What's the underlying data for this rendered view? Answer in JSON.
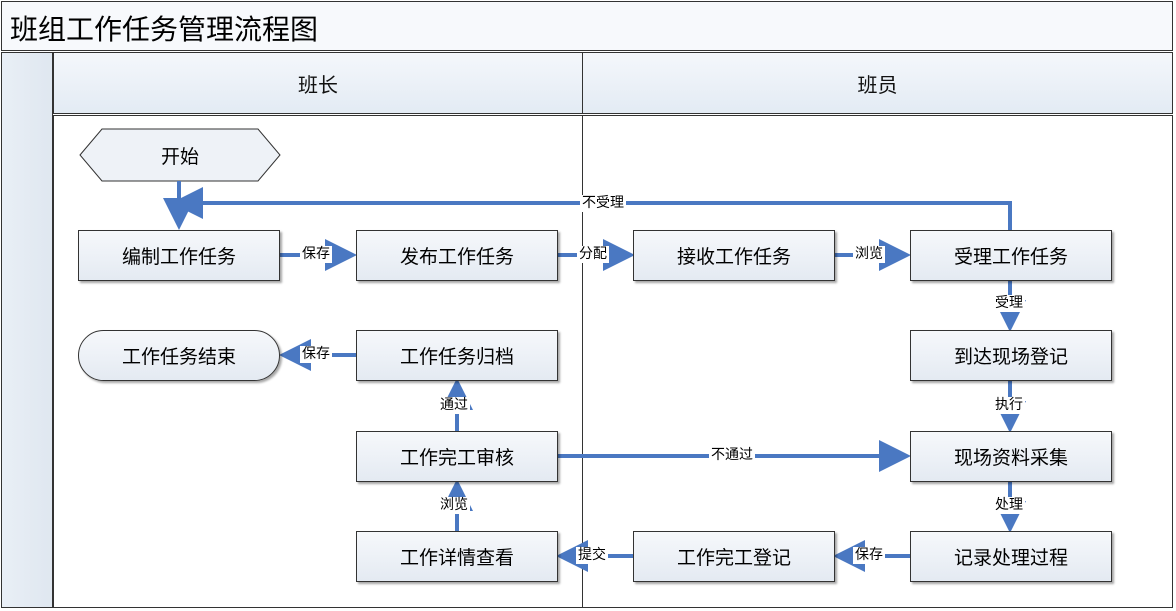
{
  "title": "班组工作任务管理流程图",
  "lanes": {
    "left": "班长",
    "right": "班员"
  },
  "nodes": {
    "start": "开始",
    "compile": "编制工作任务",
    "publish": "发布工作任务",
    "receive": "接收工作任务",
    "accept": "受理工作任务",
    "arrive": "到达现场登记",
    "collect": "现场资料采集",
    "record": "记录处理过程",
    "complete_reg": "工作完工登记",
    "detail_view": "工作详情查看",
    "review": "工作完工审核",
    "archive": "工作任务归档",
    "end": "工作任务结束"
  },
  "edge_labels": {
    "reject": "不受理",
    "save1": "保存",
    "assign": "分配",
    "browse1": "浏览",
    "accept": "受理",
    "execute": "执行",
    "process": "处理",
    "save2": "保存",
    "submit": "提交",
    "browse2": "浏览",
    "pass": "通过",
    "fail": "不通过",
    "save3": "保存"
  },
  "colors": {
    "arrow": "#4a78c2",
    "border": "#333333"
  }
}
